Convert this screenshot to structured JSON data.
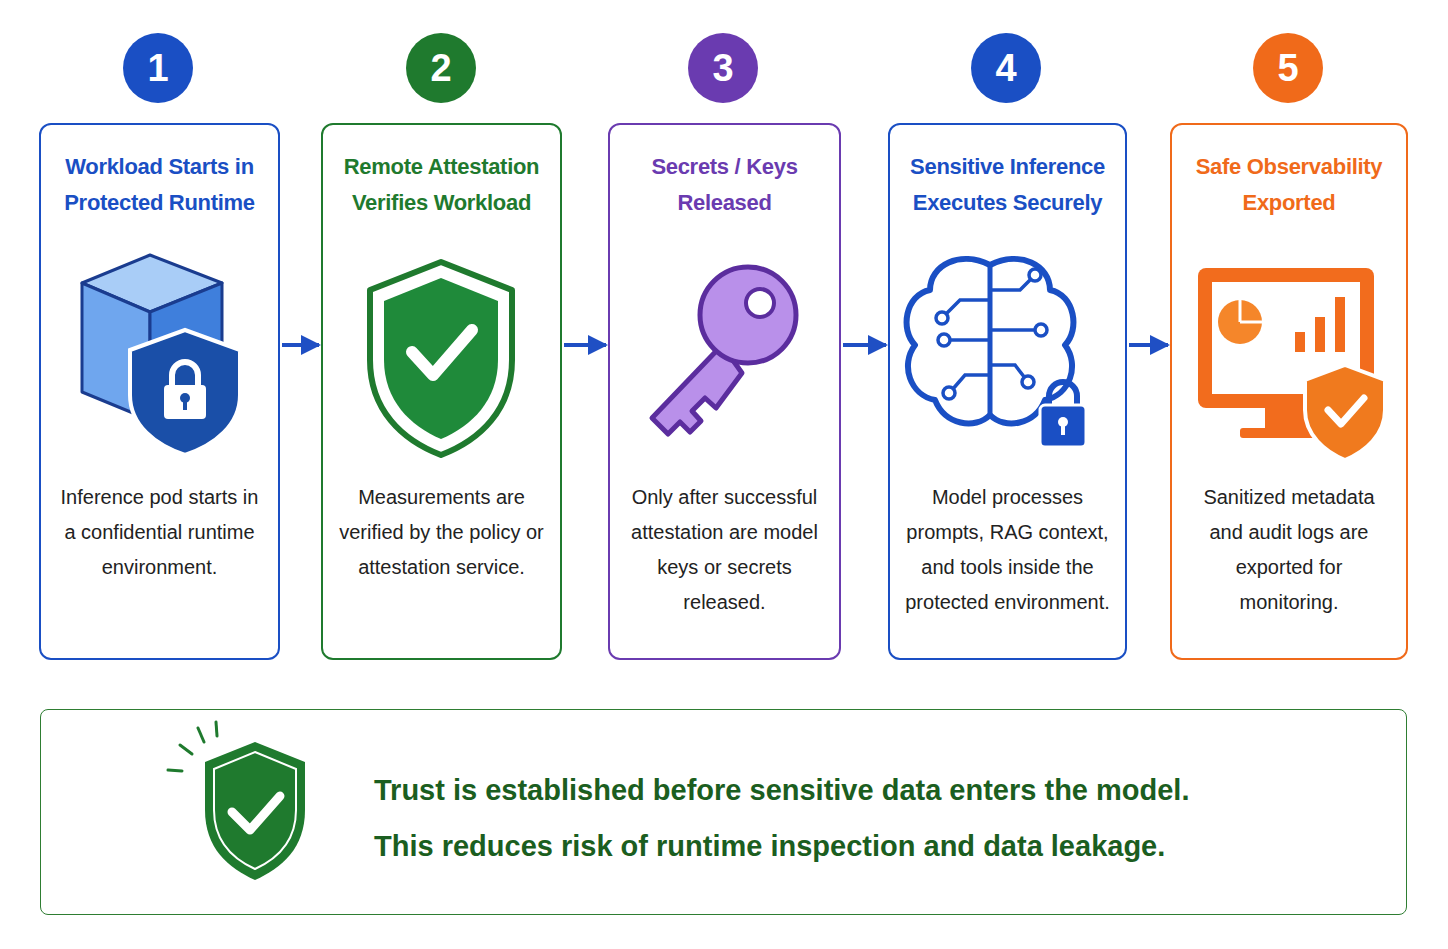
{
  "diagram": {
    "nodes": [
      {
        "text": [
          "1"
        ]
      },
      {
        "text": [
          "2"
        ]
      },
      {
        "text": [
          "3"
        ]
      },
      {
        "text": [
          "4"
        ]
      },
      {
        "text": [
          "5"
        ]
      },
      {
        "text": [
          "Workload Starts in Protected Runtime",
          "Inference pod starts in a confidential runtime environment."
        ]
      },
      {
        "text": [
          "Remote Attestation Verifies Workload",
          "Measurements are verified by the policy or attestation service."
        ]
      },
      {
        "text": [
          "Secrets / Keys Released",
          "Only after successful attestation are model keys or secrets released."
        ]
      },
      {
        "text": [
          "Sensitive Inference Executes Securely",
          "Model processes prompts, RAG context, and tools inside the protected environment."
        ]
      },
      {
        "text": [
          "Safe Observability Exported",
          "Sanitized metadata and audit logs are exported for monitoring."
        ]
      },
      {
        "text": [
          "Trust is established before sensitive data enters the model.",
          "This reduces risk of runtime inspection and data leakage."
        ]
      }
    ],
    "edges": [
      {
        "from": 5,
        "to": 6,
        "arrow": "to"
      },
      {
        "from": 6,
        "to": 7,
        "arrow": "to"
      },
      {
        "from": 7,
        "to": 8,
        "arrow": "to"
      },
      {
        "from": 8,
        "to": 9,
        "arrow": "to"
      }
    ]
  }
}
